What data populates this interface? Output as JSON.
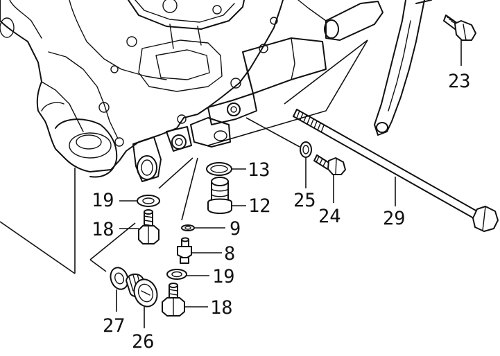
{
  "parts": [
    {
      "key": "p23",
      "label": "23",
      "part": "flange-bolt-top-right"
    },
    {
      "key": "p13",
      "label": "13",
      "part": "o-ring"
    },
    {
      "key": "p12",
      "label": "12",
      "part": "oil-pipe-plug"
    },
    {
      "key": "p25",
      "label": "25",
      "part": "washer"
    },
    {
      "key": "p24",
      "label": "24",
      "part": "flange-bolt"
    },
    {
      "key": "p29",
      "label": "29",
      "part": "long-stud-bolt"
    },
    {
      "key": "p19a",
      "label": "19",
      "part": "gasket-upper"
    },
    {
      "key": "p18a",
      "label": "18",
      "part": "drain-bolt-upper"
    },
    {
      "key": "p9",
      "label": "9",
      "part": "small-o-ring"
    },
    {
      "key": "p8",
      "label": "8",
      "part": "jet"
    },
    {
      "key": "p19b",
      "label": "19",
      "part": "gasket-lower"
    },
    {
      "key": "p27",
      "label": "27",
      "part": "plug-gasket"
    },
    {
      "key": "p18b",
      "label": "18",
      "part": "drain-bolt-lower"
    },
    {
      "key": "p26",
      "label": "26",
      "part": "oil-filler-plug"
    }
  ],
  "colors": {
    "line": "#111111",
    "background": "#ffffff"
  }
}
